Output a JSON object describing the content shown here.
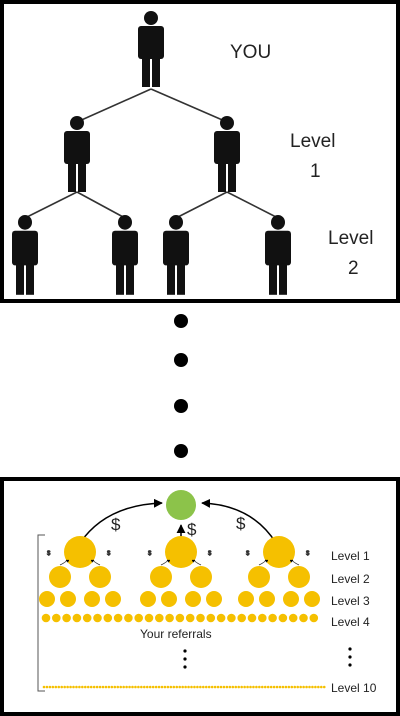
{
  "top_diagram": {
    "you_label": "YOU",
    "level1_label": [
      "Level",
      "1"
    ],
    "level2_label": [
      "Level",
      "2"
    ]
  },
  "bottom_diagram": {
    "levels": [
      "Level 1",
      "Level 2",
      "Level 3",
      "Level 4",
      "Level 10"
    ],
    "referrals_caption": "Your referrals",
    "money_symbol": "$"
  },
  "colors": {
    "person": "#111111",
    "gold": "#f5c000",
    "green": "#8cc34a",
    "border": "#000000"
  },
  "icons": [
    "person-icon",
    "continuation-dot",
    "vertical-ellipsis"
  ]
}
